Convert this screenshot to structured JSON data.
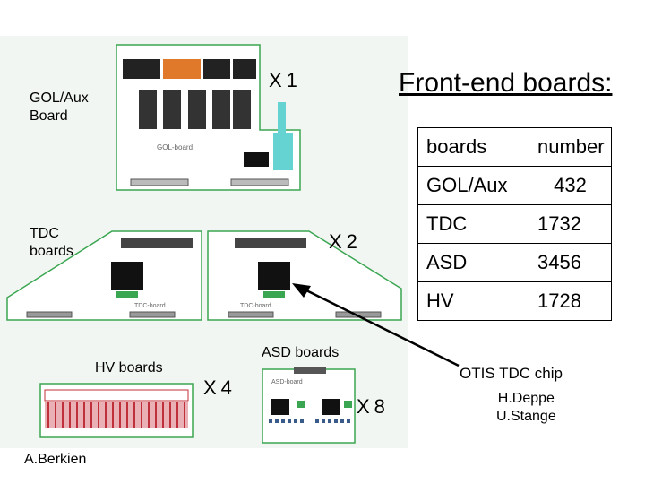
{
  "title": "Front-end boards:",
  "labels": {
    "gol_aux_board": "GOL/Aux\nBoard",
    "tdc_boards": "TDC\nboards",
    "hv_boards": "HV boards",
    "asd_boards": "ASD boards",
    "otis_chip": "OTIS TDC chip",
    "credits": "H.Deppe\nU.Stange",
    "author": "A.Berkien"
  },
  "multipliers": {
    "gol": "X1",
    "tdc": "X2",
    "hv": "X4",
    "asd": "X8"
  },
  "board_silkscreen": {
    "gol": "GOL-board",
    "tdc_left": "TDC-board",
    "tdc_right": "TDC-board",
    "asd": "ASD-board"
  },
  "table": {
    "headers": [
      "boards",
      "number"
    ],
    "rows": [
      [
        "GOL/Aux",
        "432"
      ],
      [
        "TDC",
        "1732"
      ],
      [
        "ASD",
        "3456"
      ],
      [
        "HV",
        "1728"
      ]
    ]
  },
  "colors": {
    "photo_bg": "#f2f6f2",
    "board_green": "#3aa651",
    "connector_orange": "#e07a2a",
    "cyan_part": "#66d3d3",
    "hv_red": "#c0303a"
  },
  "icons": [
    "arrow-icon"
  ]
}
